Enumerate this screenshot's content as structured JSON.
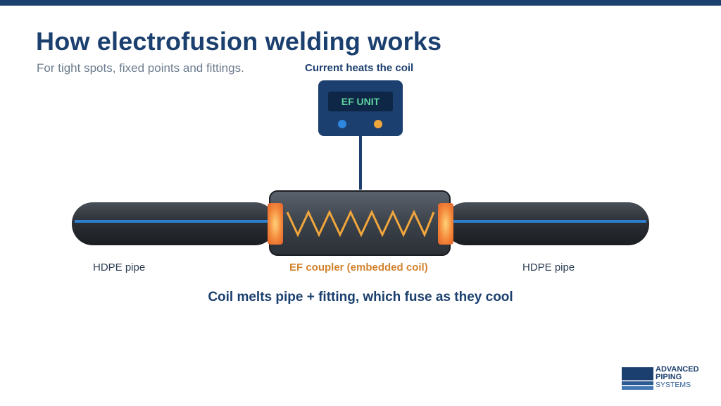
{
  "slide": {
    "title": "How electrofusion welding works",
    "subtitle": "For tight spots, fixed points and fittings."
  },
  "diagram": {
    "coil_label": "Current heats the coil",
    "ef_unit": {
      "display_text": "EF UNIT",
      "indicator_colors": [
        "#2e86de",
        "#f0a63c"
      ]
    },
    "pipe_left_label": "HDPE pipe",
    "coupler_label": "EF coupler (embedded coil)",
    "pipe_right_label": "HDPE pipe",
    "caption": "Coil melts pipe + fitting, which fuse as they cool"
  },
  "logo": {
    "line1": "ADVANCED",
    "line2": "PIPING",
    "line3": "SYSTEMS"
  },
  "colors": {
    "brand_navy": "#1b3f6e",
    "coil_orange": "#f0a63c",
    "coupler_label_orange": "#d2832f",
    "pipe_stripe_blue": "#2e7fd0",
    "display_green": "#5dd39e"
  }
}
